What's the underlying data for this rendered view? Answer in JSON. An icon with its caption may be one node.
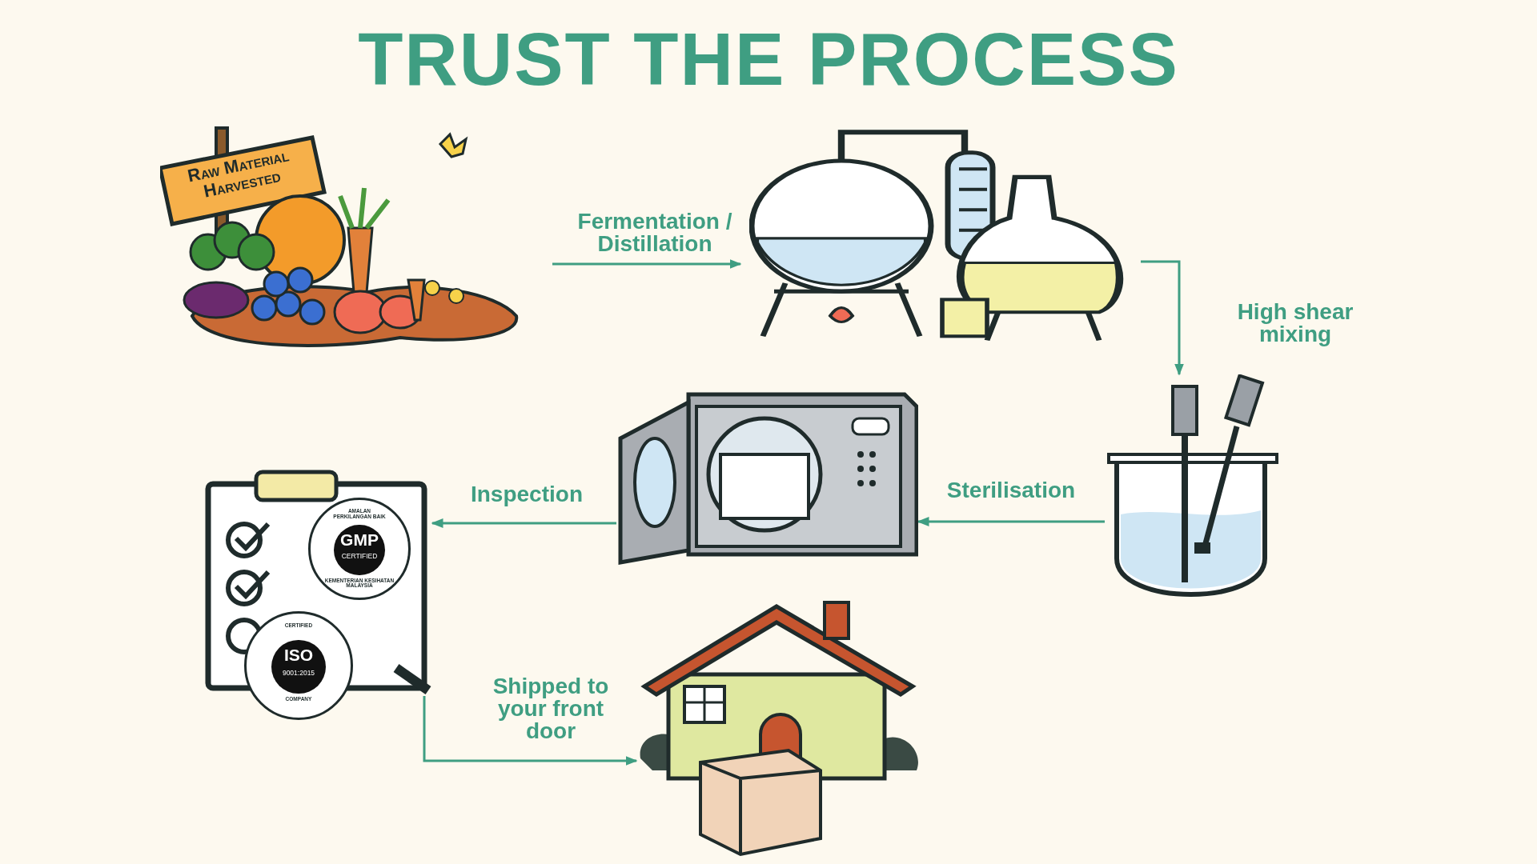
{
  "diagram": {
    "title": "TRUST THE PROCESS",
    "nodes": [
      {
        "text": [
          "Raw Material Harvested"
        ]
      },
      {
        "text": [],
        "shape": "picture"
      },
      {
        "text": [],
        "shape": "picture"
      },
      {
        "text": [],
        "shape": "picture"
      },
      {
        "text": [],
        "shape": "picture"
      },
      {
        "text": [],
        "shape": "picture"
      },
      {
        "text": [
          "AMALAN PERKILANGAN BAIK",
          "GMP",
          "CERTIFIED",
          "KEMENTERIAN KESIHATAN MALAYSIA"
        ],
        "in": 4
      },
      {
        "text": [
          "CERTIFIED",
          "ISO",
          "9001:2015",
          "COMPANY"
        ]
      }
    ],
    "edges": [
      {
        "from": 0,
        "to": 1,
        "arrow": "to",
        "label": "Fermentation / Distillation"
      },
      {
        "from": 1,
        "to": 2,
        "arrow": "to",
        "label": "High shear mixing"
      },
      {
        "from": 2,
        "to": 3,
        "arrow": "to",
        "label": "Sterilisation"
      },
      {
        "from": 3,
        "to": 4,
        "arrow": "to",
        "label": "Inspection"
      },
      {
        "from": 4,
        "to": 5,
        "arrow": "to",
        "label": "Shipped to your front door"
      }
    ]
  }
}
